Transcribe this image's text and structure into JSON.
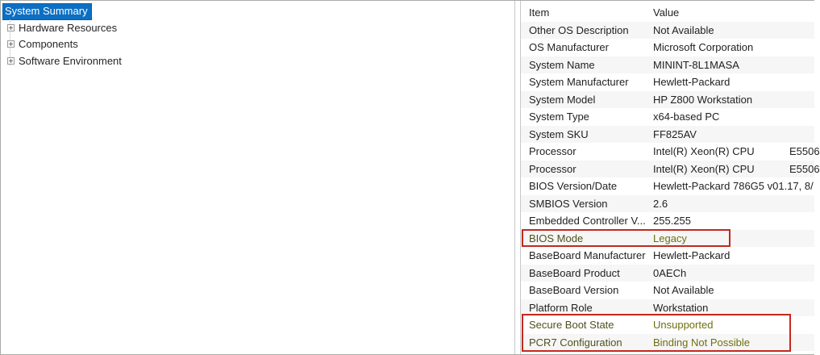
{
  "colors": {
    "sel-blue": "#0c6fc4",
    "annot-red": "#c3291f",
    "olive": "#6f6f10",
    "olive-dark": "#50501e"
  },
  "tree": {
    "selected": "System Summary",
    "items": [
      {
        "label": "Hardware Resources"
      },
      {
        "label": "Components"
      },
      {
        "label": "Software Environment"
      }
    ]
  },
  "details": {
    "columns": {
      "item": "Item",
      "value": "Value"
    },
    "rows": [
      {
        "item": "Other OS Description",
        "value": "Not Available"
      },
      {
        "item": "OS Manufacturer",
        "value": "Microsoft Corporation"
      },
      {
        "item": "System Name",
        "value": "MININT-8L1MASA"
      },
      {
        "item": "System Manufacturer",
        "value": "Hewlett-Packard"
      },
      {
        "item": "System Model",
        "value": "HP Z800 Workstation"
      },
      {
        "item": "System Type",
        "value": "x64-based PC"
      },
      {
        "item": "System SKU",
        "value": "FF825AV"
      },
      {
        "item": "Processor",
        "value": "Intel(R) Xeon(R) CPU",
        "value2": "E5506"
      },
      {
        "item": "Processor",
        "value": "Intel(R) Xeon(R) CPU",
        "value2": "E5506"
      },
      {
        "item": "BIOS Version/Date",
        "value": "Hewlett-Packard 786G5 v01.17, 8/"
      },
      {
        "item": "SMBIOS Version",
        "value": "2.6"
      },
      {
        "item": "Embedded Controller V...",
        "value": "255.255"
      },
      {
        "item": "BIOS Mode",
        "value": "Legacy",
        "highlight": "box"
      },
      {
        "item": "BaseBoard Manufacturer",
        "value": "Hewlett-Packard"
      },
      {
        "item": "BaseBoard Product",
        "value": "0AECh"
      },
      {
        "item": "BaseBoard Version",
        "value": "Not Available"
      },
      {
        "item": "Platform Role",
        "value": "Workstation"
      },
      {
        "item": "Secure Boot State",
        "value": "Unsupported",
        "highlight": "group"
      },
      {
        "item": "PCR7 Configuration",
        "value": "Binding Not Possible",
        "highlight": "group"
      }
    ]
  }
}
